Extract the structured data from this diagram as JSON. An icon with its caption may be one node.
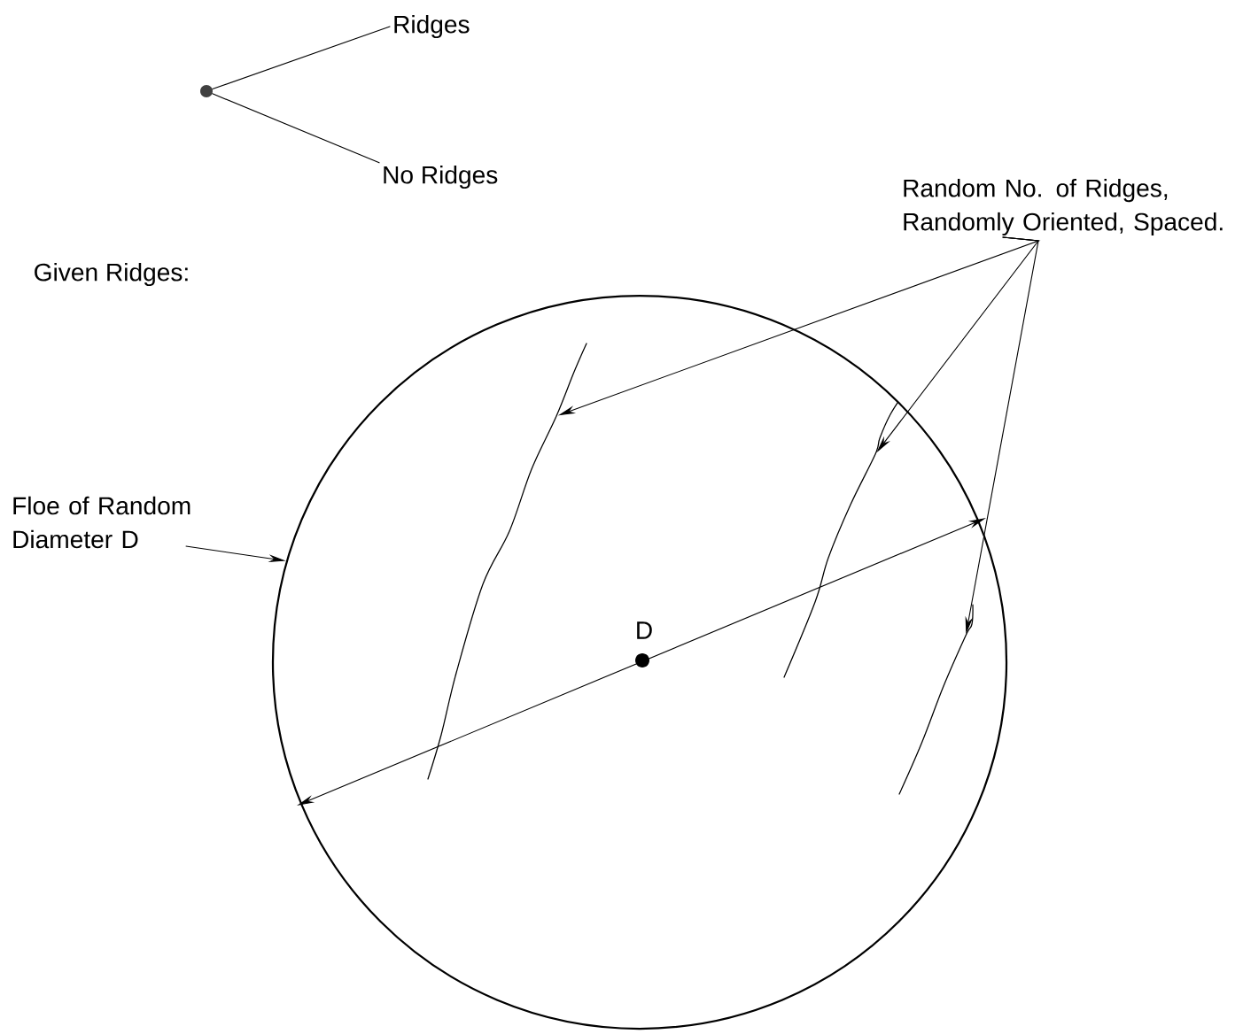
{
  "diagram": {
    "nodes": [
      {
        "text": [],
        "shape": "circle"
      },
      {
        "text": [
          "Ridges"
        ]
      },
      {
        "text": [
          "No Ridges"
        ]
      },
      {
        "text": [
          "Random No. of Ridges, Randomly Oriented, Spaced."
        ]
      },
      {
        "text": [
          "Floe of Random Diameter D"
        ]
      },
      {
        "text": [],
        "shape": "circle"
      },
      {
        "text": [],
        "shape": "curve",
        "in": 5
      },
      {
        "text": [],
        "shape": "curve",
        "in": 5
      },
      {
        "text": [],
        "shape": "curve",
        "in": 5
      }
    ],
    "edges": [
      {
        "from": 0,
        "to": 1,
        "arrow": "none"
      },
      {
        "from": 0,
        "to": 2,
        "arrow": "none"
      },
      {
        "from": 3,
        "to": 6,
        "arrow": "to"
      },
      {
        "from": 3,
        "to": 7,
        "arrow": "to"
      },
      {
        "from": 3,
        "to": 8,
        "arrow": "to"
      },
      {
        "from": 4,
        "to": 5,
        "arrow": "to"
      }
    ],
    "labels": [
      "Given Ridges:",
      "D"
    ]
  }
}
